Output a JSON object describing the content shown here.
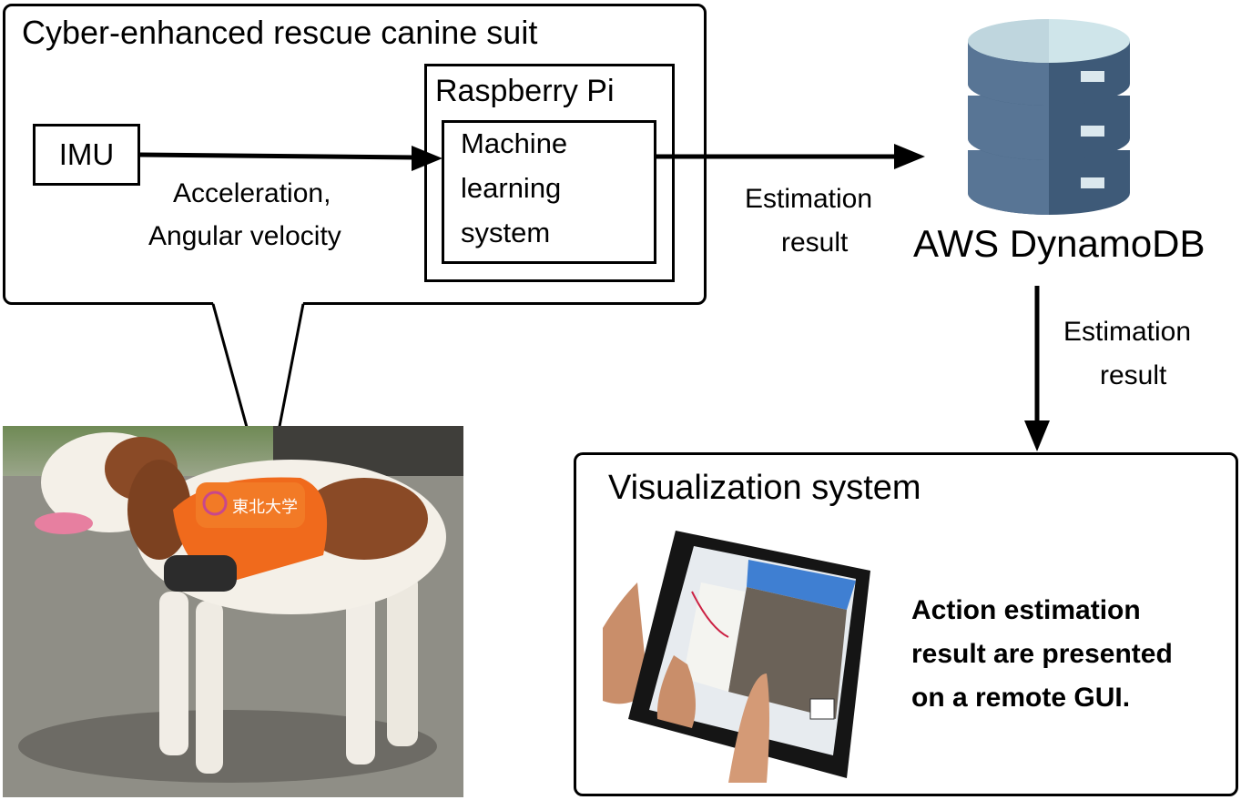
{
  "suit": {
    "title": "Cyber-enhanced rescue canine suit"
  },
  "imu": {
    "label": "IMU"
  },
  "sensor_signal": {
    "line1": "Acceleration,",
    "line2": "Angular velocity"
  },
  "raspberry_pi": {
    "title": "Raspberry Pi"
  },
  "ml_system": {
    "line1": "Machine",
    "line2": "learning",
    "line3": "system"
  },
  "estimation_to_db": {
    "line1": "Estimation",
    "line2": "result"
  },
  "database": {
    "label": "AWS DynamoDB",
    "icon": "database-icon",
    "colors": {
      "top": "#cfe5ea",
      "body": "#3e5a78",
      "body_light": "#587595"
    }
  },
  "estimation_to_viz": {
    "line1": "Estimation",
    "line2": "result"
  },
  "visualization": {
    "title": "Visualization system",
    "caption_line1": "Action estimation",
    "caption_line2": "result are presented",
    "caption_line3": "on a remote GUI."
  },
  "vest": {
    "text": "東北大学"
  }
}
